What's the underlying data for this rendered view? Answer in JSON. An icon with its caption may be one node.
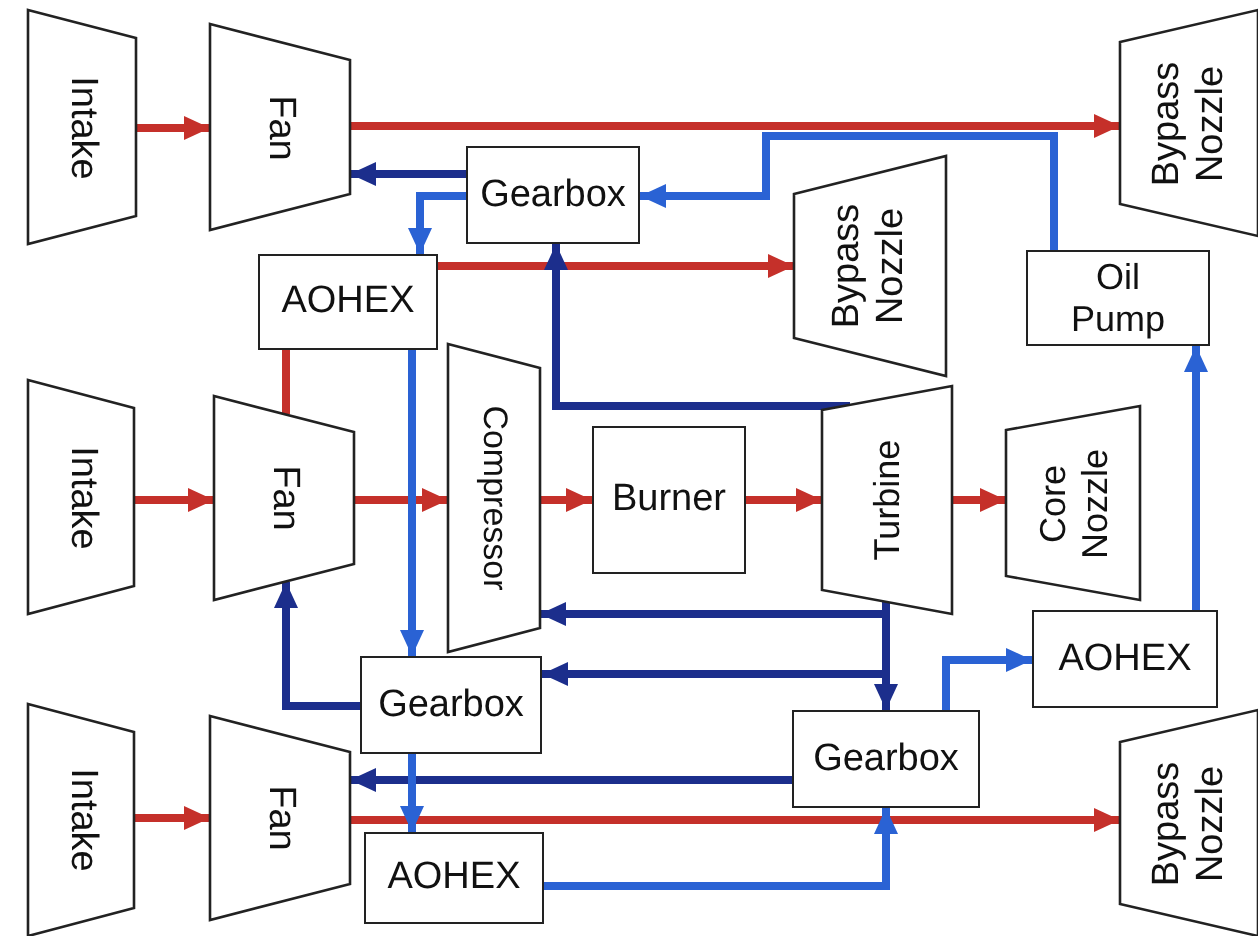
{
  "diagram": {
    "nodes": [
      {
        "text": [
          "Intake"
        ]
      },
      {
        "text": [
          "Fan"
        ]
      },
      {
        "text": [
          "Gearbox"
        ]
      },
      {
        "text": [
          "Bypass Nozzle"
        ]
      },
      {
        "text": [
          "AOHEX"
        ]
      },
      {
        "text": [
          "Bypass Nozzle"
        ]
      },
      {
        "text": [
          "Oil Pump"
        ]
      },
      {
        "text": [
          "Intake"
        ]
      },
      {
        "text": [
          "Fan"
        ]
      },
      {
        "text": [
          "Compressor"
        ]
      },
      {
        "text": [
          "Burner"
        ]
      },
      {
        "text": [
          "Turbine"
        ]
      },
      {
        "text": [
          "Core Nozzle"
        ]
      },
      {
        "text": [
          "AOHEX"
        ]
      },
      {
        "text": [
          "Gearbox"
        ]
      },
      {
        "text": [
          "Gearbox"
        ]
      },
      {
        "text": [
          "Intake"
        ]
      },
      {
        "text": [
          "Fan"
        ]
      },
      {
        "text": [
          "AOHEX"
        ]
      },
      {
        "text": [
          "Bypass Nozzle"
        ]
      }
    ],
    "edges": [
      {
        "from": 0,
        "to": 1,
        "arrow": "to"
      },
      {
        "from": 1,
        "to": 3,
        "arrow": "to"
      },
      {
        "from": 8,
        "to": 4,
        "arrow": "none"
      },
      {
        "from": 4,
        "to": 5,
        "arrow": "to"
      },
      {
        "from": 7,
        "to": 8,
        "arrow": "to"
      },
      {
        "from": 8,
        "to": 9,
        "arrow": "to"
      },
      {
        "from": 9,
        "to": 10,
        "arrow": "to"
      },
      {
        "from": 10,
        "to": 11,
        "arrow": "to"
      },
      {
        "from": 11,
        "to": 12,
        "arrow": "to"
      },
      {
        "from": 16,
        "to": 17,
        "arrow": "to"
      },
      {
        "from": 17,
        "to": 19,
        "arrow": "to"
      },
      {
        "from": 2,
        "to": 1,
        "arrow": "to",
        "color": "#1c2e8c"
      },
      {
        "from": 11,
        "to": 2,
        "arrow": "to",
        "color": "#1c2e8c"
      },
      {
        "from": 11,
        "to": 9,
        "arrow": "to",
        "color": "#1c2e8c"
      },
      {
        "from": 11,
        "to": 14,
        "arrow": "to",
        "color": "#1c2e8c"
      },
      {
        "from": 11,
        "to": 15,
        "arrow": "to",
        "color": "#1c2e8c"
      },
      {
        "from": 14,
        "to": 8,
        "arrow": "to",
        "color": "#1c2e8c"
      },
      {
        "from": 15,
        "to": 17,
        "arrow": "to",
        "color": "#1c2e8c"
      },
      {
        "from": 6,
        "to": 2,
        "arrow": "to",
        "color": "#2a62d4"
      },
      {
        "from": 2,
        "to": 4,
        "arrow": "to",
        "color": "#2a62d4"
      },
      {
        "from": 4,
        "to": 14,
        "arrow": "to",
        "color": "#2a62d4"
      },
      {
        "from": 14,
        "to": 18,
        "arrow": "to",
        "color": "#2a62d4"
      },
      {
        "from": 18,
        "to": 15,
        "arrow": "to",
        "color": "#2a62d4"
      },
      {
        "from": 15,
        "to": 13,
        "arrow": "to",
        "color": "#2a62d4"
      },
      {
        "from": 13,
        "to": 6,
        "arrow": "to",
        "color": "#2a62d4"
      }
    ]
  }
}
